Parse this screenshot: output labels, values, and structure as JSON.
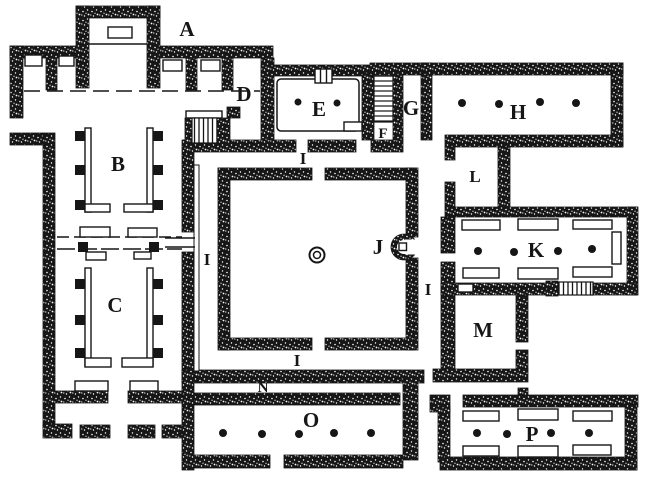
{
  "plan": {
    "paper_color": "#ffffff",
    "ink_color": "#161616",
    "labels": {
      "A": "A",
      "B": "B",
      "C": "C",
      "D": "D",
      "E": "E",
      "F": "F",
      "G": "G",
      "H": "H",
      "I": "I",
      "J": "J",
      "K": "K",
      "L": "L",
      "M": "M",
      "N": "N",
      "O": "O",
      "P": "P"
    }
  }
}
